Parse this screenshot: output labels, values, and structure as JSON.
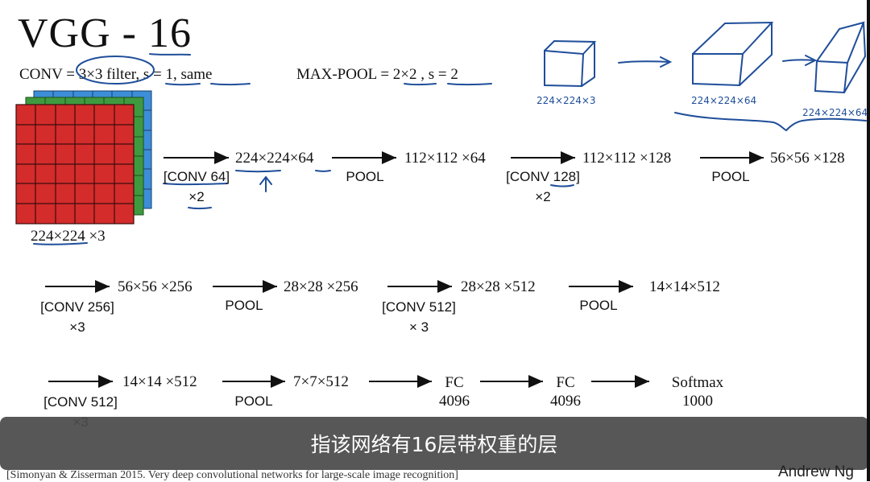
{
  "title": "VGG - 16",
  "conv_spec": "CONV = 3×3 filter, s = 1, same",
  "pool_spec": "MAX-POOL = 2×2 , s = 2",
  "input_label": "224×224 ×3",
  "row1": {
    "op1": {
      "label": "[CONV 64]",
      "mult": "×2"
    },
    "shape1": "224×224×64",
    "op2": {
      "label": "POOL"
    },
    "shape2": "112×112 ×64",
    "op3": {
      "label": "[CONV 128]",
      "mult": "×2"
    },
    "shape3": "112×112 ×128",
    "op4": {
      "label": "POOL"
    },
    "shape4": "56×56 ×128"
  },
  "row2": {
    "op1": {
      "label": "[CONV 256]",
      "mult": "×3"
    },
    "shape1": "56×56 ×256",
    "op2": {
      "label": "POOL"
    },
    "shape2": "28×28 ×256",
    "op3": {
      "label": "[CONV 512]",
      "mult": "× 3"
    },
    "shape3": "28×28 ×512",
    "op4": {
      "label": "POOL"
    },
    "shape4": "14×14×512"
  },
  "row3": {
    "op1": {
      "label": "[CONV 512]",
      "mult": "×3"
    },
    "shape1": "14×14 ×512",
    "op2": {
      "label": "POOL"
    },
    "shape2": "7×7×512",
    "fc1": {
      "name": "FC",
      "units": "4096"
    },
    "fc2": {
      "name": "FC",
      "units": "4096"
    },
    "softmax": {
      "name": "Softmax",
      "units": "1000"
    }
  },
  "handwriting": {
    "vol1": "224×224×3",
    "vol2": "224×224×64",
    "vol3": "224×224×64"
  },
  "subtitle": "指该网络有16层带权重的层",
  "citation": "[Simonyan & Zisserman 2015. Very deep convolutional networks for large-scale image recognition]",
  "author": "Andrew Ng",
  "colors": {
    "ink_blue": "#1f4e9a",
    "cube_red": "#d42b2b",
    "cube_green": "#3f9a3f",
    "cube_blue": "#3d8ed8",
    "subtitle_bg": "#4a4a4a"
  }
}
